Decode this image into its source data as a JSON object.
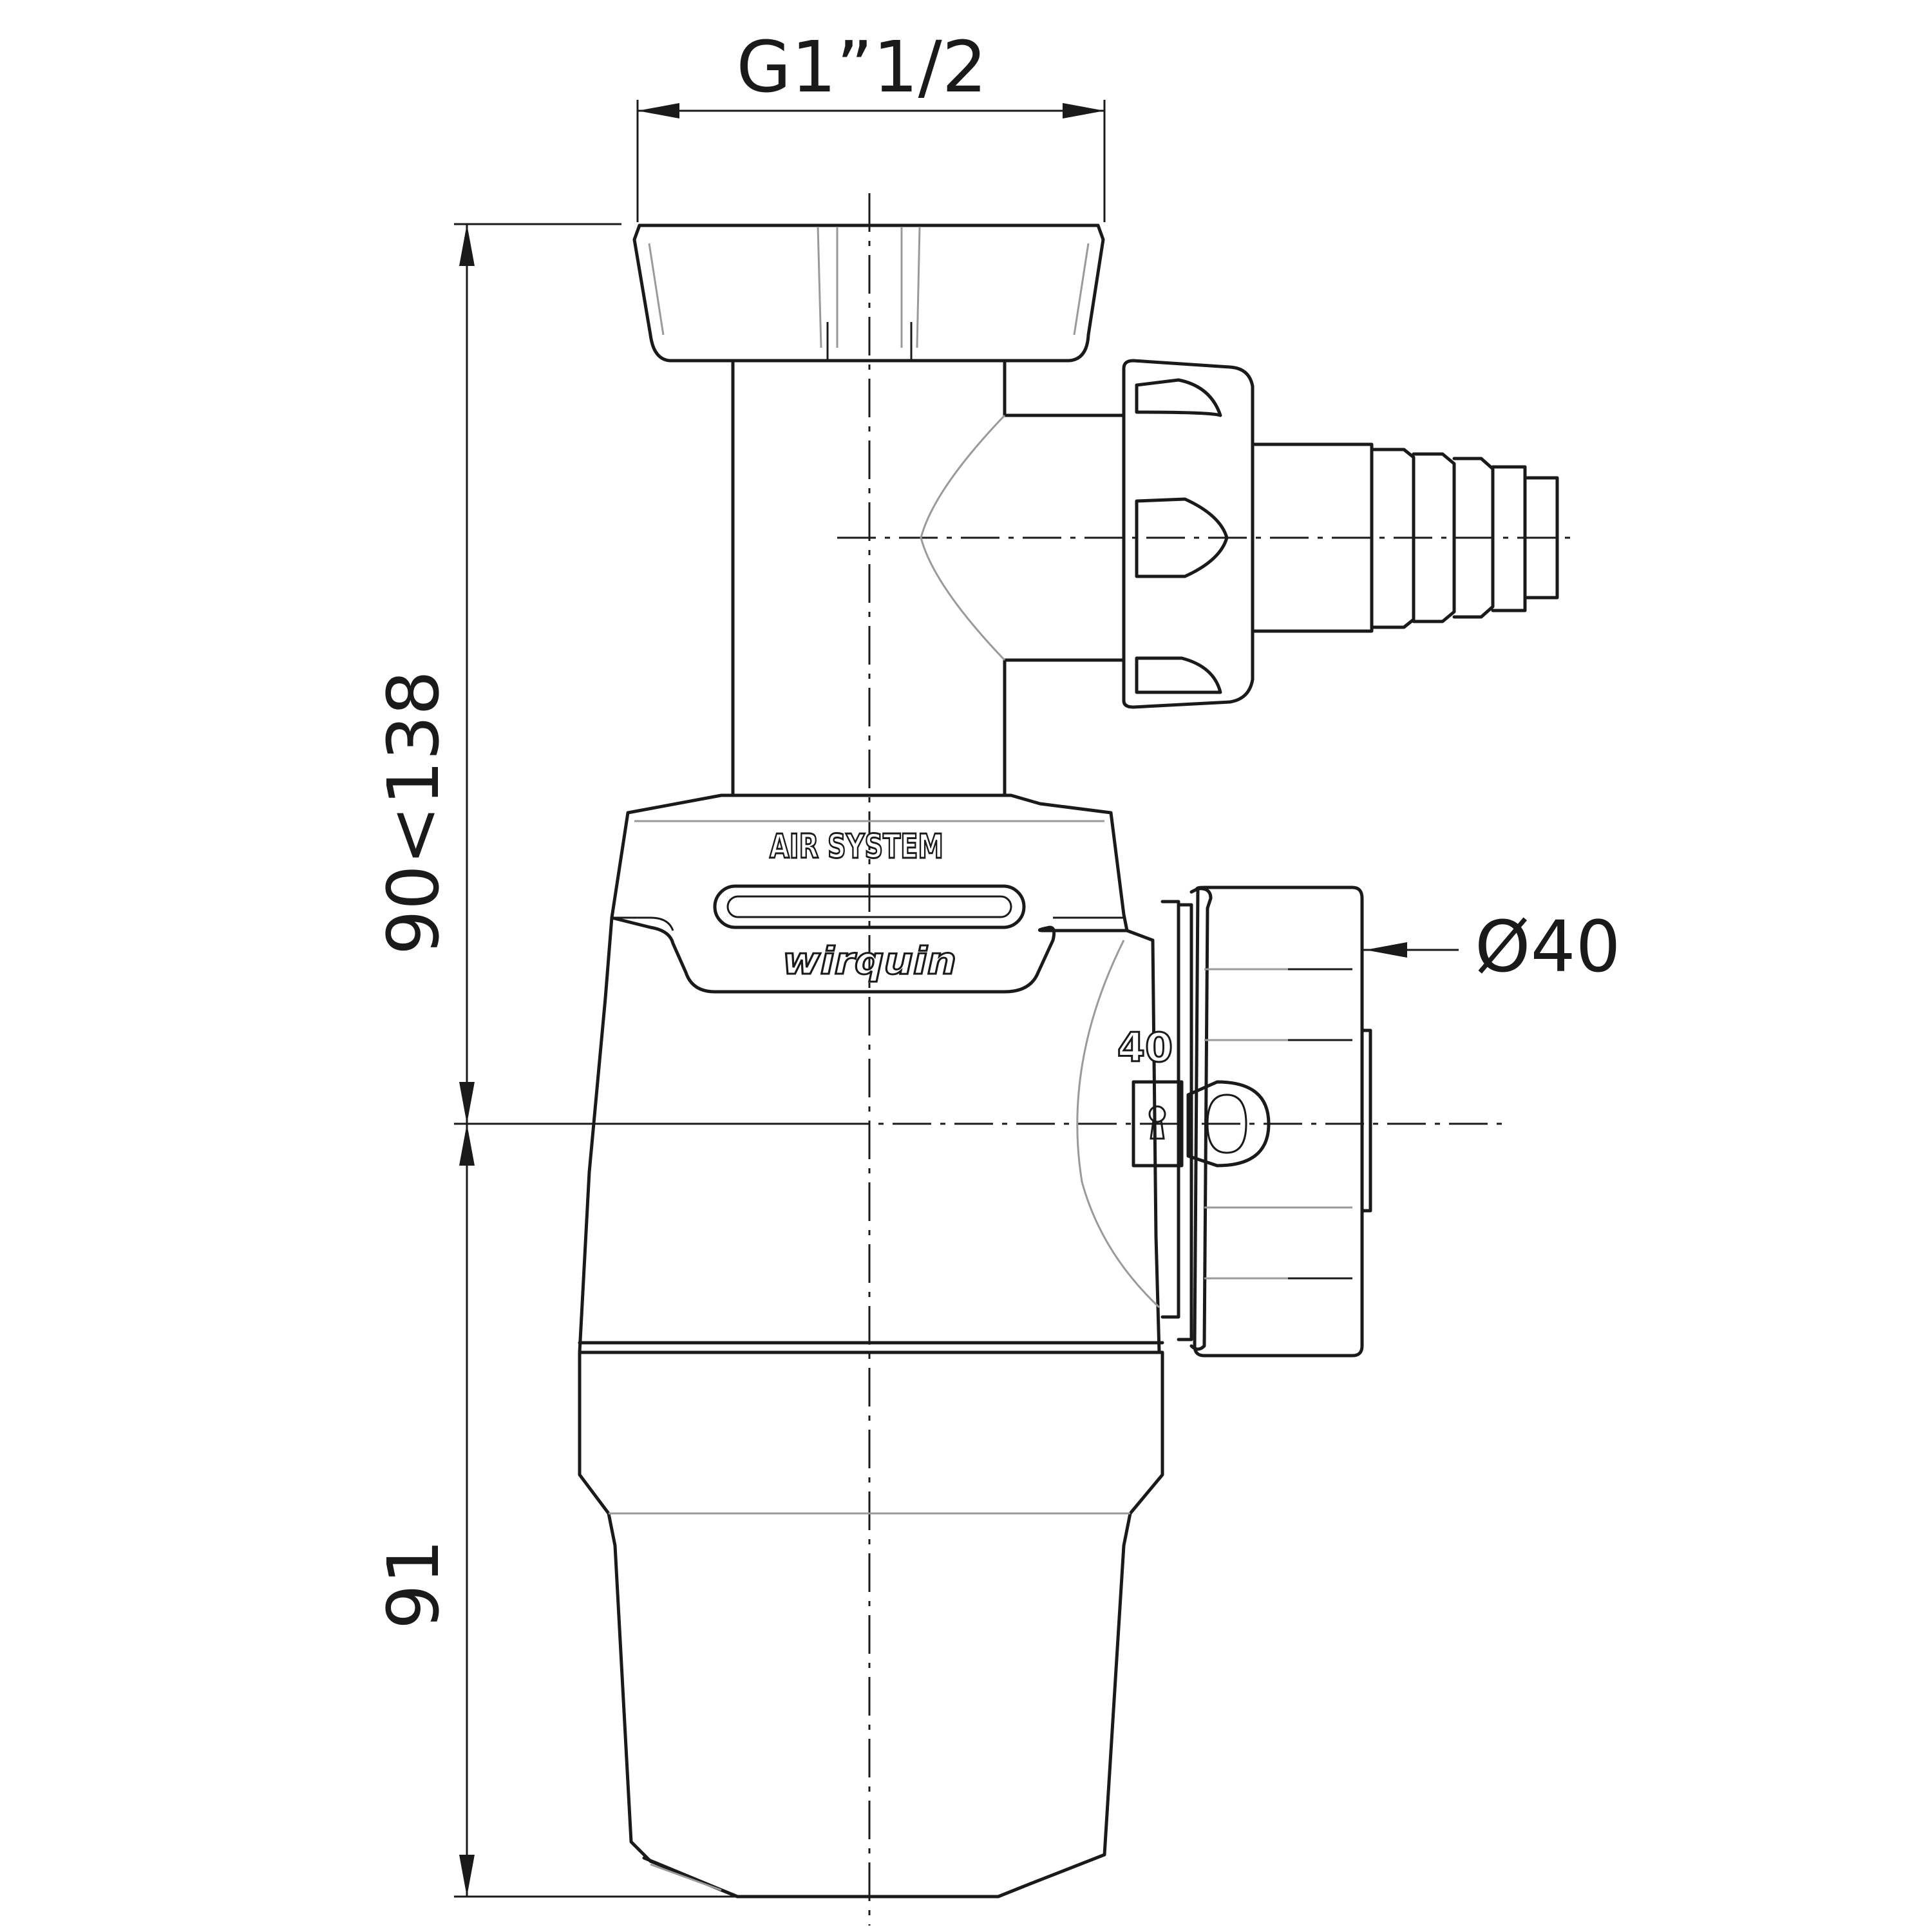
{
  "dimensions": {
    "top_thread": "G1”1/2",
    "height_adjustable": "90<138",
    "bottom_height": "91",
    "outlet_diameter": "Ø40"
  },
  "labels": {
    "air_system": "AIR SYSTEM",
    "brand": "wirquin",
    "outlet_size": "40"
  }
}
